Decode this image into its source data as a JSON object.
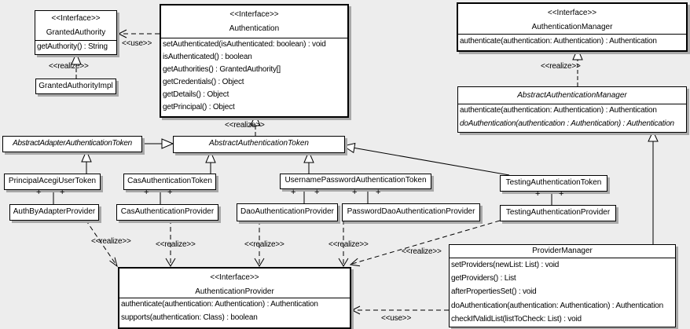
{
  "diagram": {
    "labels": {
      "realize": "<<realize>>",
      "use": "<<use>>",
      "plus": "+",
      "interface_stereotype": "<<Interface>>"
    },
    "classes": {
      "granted_authority": {
        "stereotype": "<<Interface>>",
        "name": "GrantedAuthority",
        "methods": [
          "getAuthority() : String"
        ]
      },
      "granted_authority_impl": {
        "name": "GrantedAuthorityImpl"
      },
      "authentication": {
        "stereotype": "<<Interface>>",
        "name": "Authentication",
        "methods": [
          "setAuthenticated(isAuthenticated: boolean) : void",
          "isAuthenticated() : boolean",
          "getAuthorities() : GrantedAuthority[]",
          "getCredentials() : Object",
          "getDetails() : Object",
          "getPrincipal() : Object"
        ]
      },
      "authentication_manager": {
        "stereotype": "<<Interface>>",
        "name": "AuthenticationManager",
        "methods": [
          "authenticate(authentication: Authentication) : Authentication"
        ]
      },
      "abstract_authentication_manager": {
        "name": "AbstractAuthenticationManager",
        "methods": [
          "authenticate(authentication: Authentication) : Authentication",
          "doAuthentication(authentication : Authentication) : Authentication"
        ]
      },
      "abstract_adapter_authentication_token": {
        "name": "AbstractAdapterAuthenticationToken"
      },
      "abstract_authentication_token": {
        "name": "AbstractAuthenticationToken"
      },
      "principal_acegi_user_token": {
        "name": "PrincipalAcegiUserToken"
      },
      "cas_authentication_token": {
        "name": "CasAuthenticationToken"
      },
      "username_password_authentication_token": {
        "name": "UsernamePasswordAuthenticationToken"
      },
      "testing_authentication_token": {
        "name": "TestingAuthenticationToken"
      },
      "auth_by_adapter_provider": {
        "name": "AuthByAdapterProvider"
      },
      "cas_authentication_provider": {
        "name": "CasAuthenticationProvider"
      },
      "dao_authentication_provider": {
        "name": "DaoAuthenticationProvider"
      },
      "password_dao_authentication_provider": {
        "name": "PasswordDaoAuthenticationProvider"
      },
      "testing_authentication_provider": {
        "name": "TestingAuthenticationProvider"
      },
      "provider_manager": {
        "name": "ProviderManager",
        "methods": [
          "setProviders(newList: List) : void",
          "getProviders() : List",
          "afterPropertiesSet() : void",
          "doAuthentication(authentication: Authentication) : Authentication",
          "checkIfValidList(listToCheck: List) : void"
        ]
      },
      "authentication_provider": {
        "stereotype": "<<Interface>>",
        "name": "AuthenticationProvider",
        "methods": [
          "authenticate(authentication: Authentication) : Authentication",
          "supports(authentication: Class) : boolean"
        ]
      }
    }
  }
}
